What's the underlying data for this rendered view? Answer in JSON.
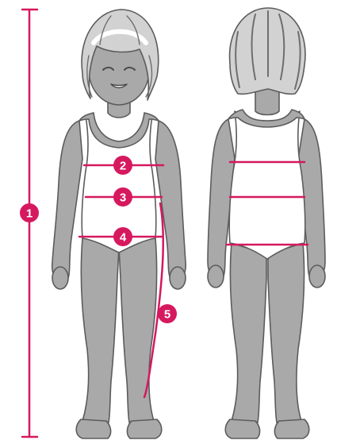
{
  "colors": {
    "accent": "#d6185f",
    "skin": "#a9a9a9",
    "skin_dark": "#8a8a8a",
    "outline": "#5c5c5c",
    "hair_light": "#d2d2d2",
    "hair_dark": "#6e6e6e",
    "swimsuit": "#ffffff",
    "background": "#ffffff"
  },
  "markers": [
    {
      "id": "1",
      "label": "1",
      "meaning": "height"
    },
    {
      "id": "2",
      "label": "2",
      "meaning": "chest"
    },
    {
      "id": "3",
      "label": "3",
      "meaning": "waist"
    },
    {
      "id": "4",
      "label": "4",
      "meaning": "hips"
    },
    {
      "id": "5",
      "label": "5",
      "meaning": "inside leg"
    }
  ],
  "figures": [
    {
      "name": "front-view"
    },
    {
      "name": "back-view"
    }
  ]
}
